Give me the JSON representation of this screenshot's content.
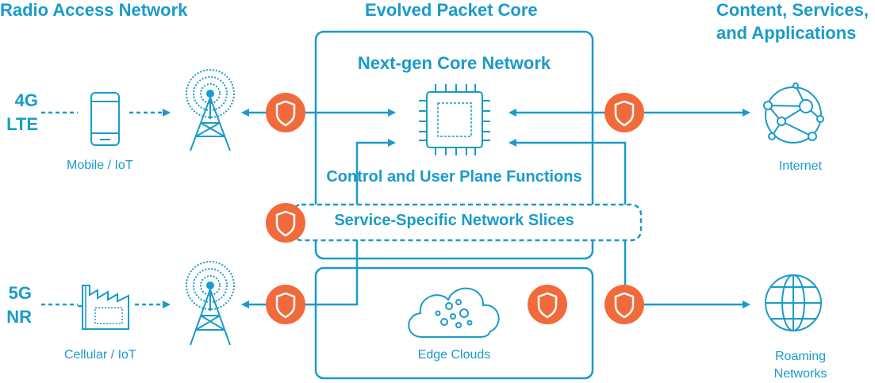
{
  "headers": {
    "ran": "Radio Access Network",
    "epc": "Evolved Packet Core",
    "content_line1": "Content, Services,",
    "content_line2": "and Applications"
  },
  "core": {
    "title": "Next-gen Core Network",
    "functions": "Control and User Plane Functions",
    "slices": "Service-Specific Network Slices"
  },
  "edge": {
    "label": "Edge Clouds"
  },
  "access": {
    "lte_line1": "4G",
    "lte_line2": "LTE",
    "nr_line1": "5G",
    "nr_line2": "NR",
    "mobile_label": "Mobile / IoT",
    "cellular_label": "Cellular / IoT"
  },
  "destinations": {
    "internet": "Internet",
    "roaming_line1": "Roaming",
    "roaming_line2": "Networks"
  },
  "colors": {
    "primary": "#1a9bc9",
    "shield": "#f26a3b",
    "white": "#ffffff"
  },
  "icons": [
    "phone-icon",
    "factory-icon",
    "cell-tower-icon",
    "chip-icon",
    "cloud-icon",
    "network-globe-icon",
    "globe-icon",
    "shield-icon"
  ]
}
